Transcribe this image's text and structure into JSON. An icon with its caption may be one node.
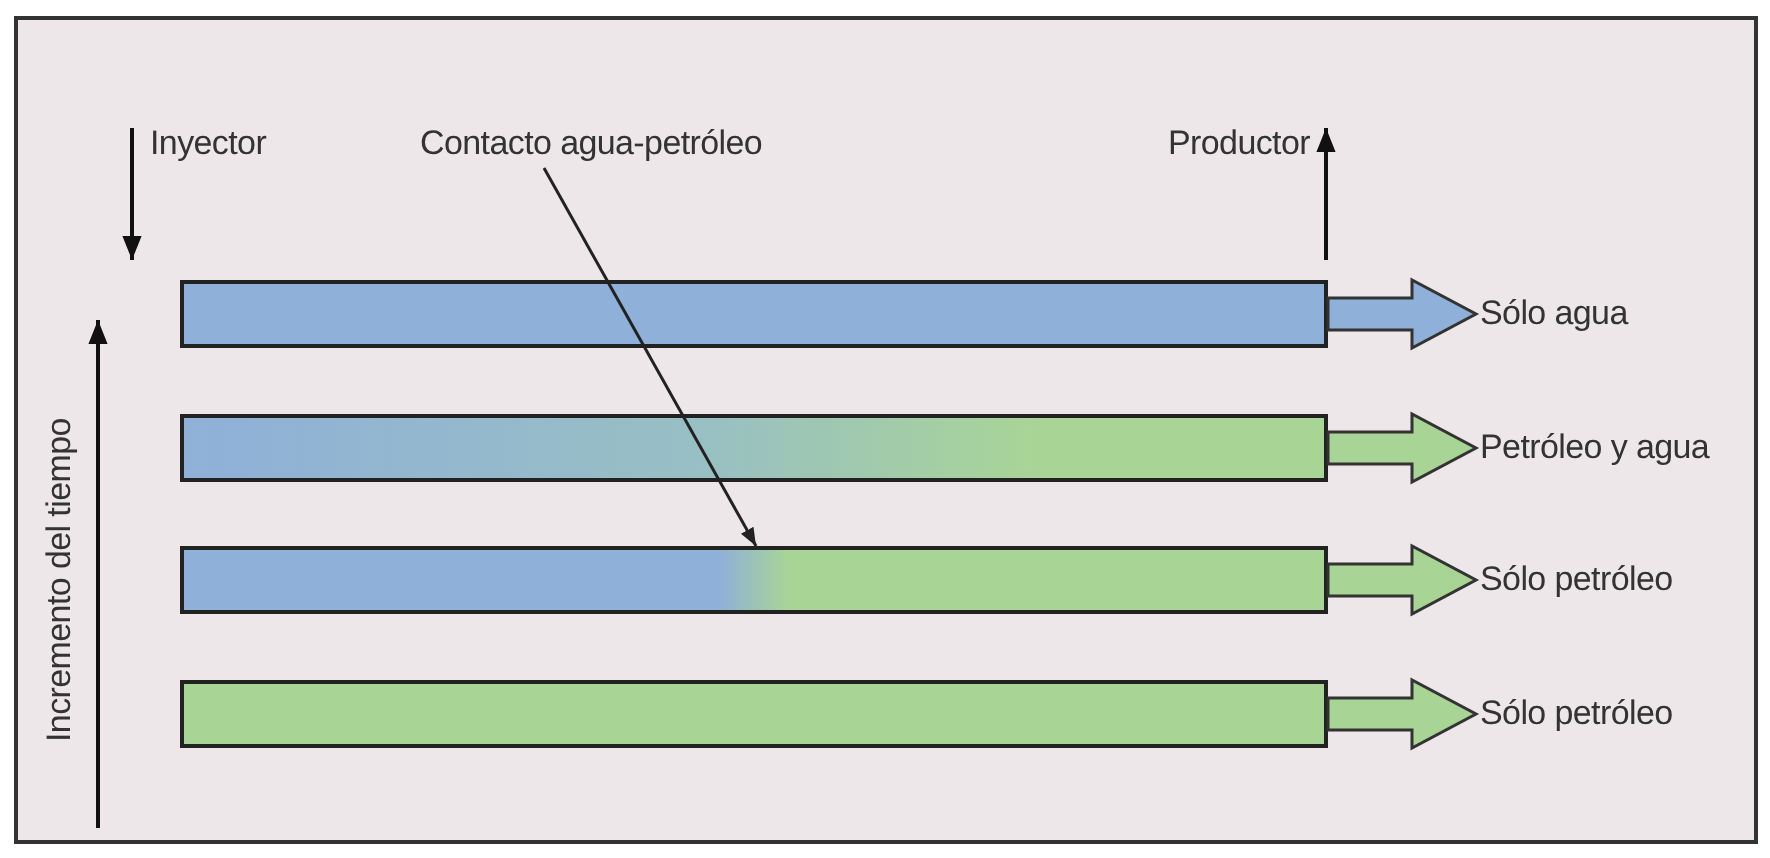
{
  "diagram": {
    "nodes": [
      {
        "text": [
          "Contacto agua-petróleo"
        ]
      },
      {
        "text": [],
        "shape": "bar"
      },
      {
        "text": [],
        "shape": "bar"
      },
      {
        "text": [],
        "shape": "bar"
      },
      {
        "text": [],
        "shape": "bar"
      },
      {
        "text": [
          "Sólo agua"
        ]
      },
      {
        "text": [
          "Petróleo y agua"
        ]
      },
      {
        "text": [
          "Sólo petróleo"
        ]
      },
      {
        "text": [
          "Sólo petróleo"
        ]
      }
    ],
    "edges": [
      {
        "from": 0,
        "to": 3,
        "arrow": "to",
        "color": "#222222"
      },
      {
        "from": 1,
        "to": 5,
        "arrow": "to",
        "color": "#8fb0d8"
      },
      {
        "from": 2,
        "to": 6,
        "arrow": "to"
      },
      {
        "from": 3,
        "to": 7,
        "arrow": "to"
      },
      {
        "from": 4,
        "to": 8,
        "arrow": "to"
      }
    ],
    "labels": [
      "Inyector",
      "Productor",
      "Incremento del tiempo"
    ]
  }
}
